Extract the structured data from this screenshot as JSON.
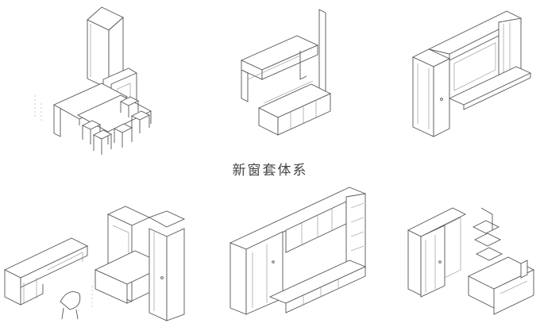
{
  "caption": "新窗套体系",
  "figures": [
    {
      "name": "study-desk-bookcase-with-stools"
    },
    {
      "name": "wall-mounted-tv-cabinet"
    },
    {
      "name": "window-frame-cabinet-with-desk"
    },
    {
      "name": "wardrobe-with-bed-and-desk"
    },
    {
      "name": "tv-wall-storage-system"
    },
    {
      "name": "corner-window-shelves-with-desk"
    }
  ]
}
